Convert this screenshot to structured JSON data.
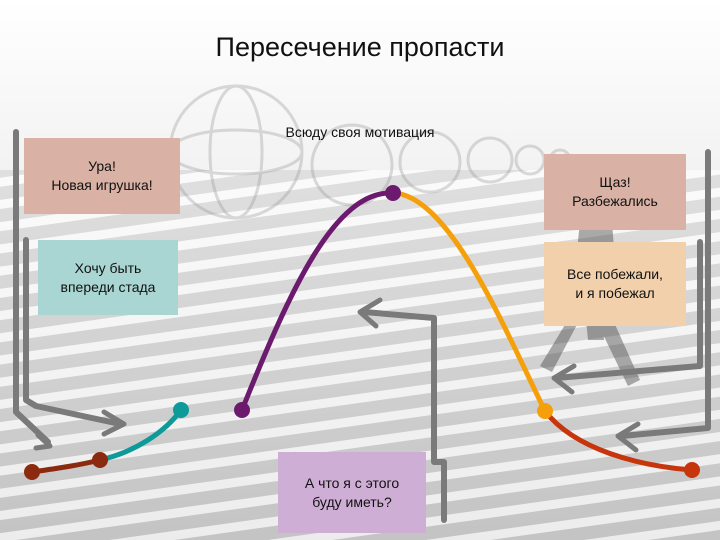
{
  "slide": {
    "title": "Пересечение пропасти",
    "subtitle": "Всюду своя мотивация"
  },
  "callouts": {
    "toy": "Ура!\nНовая игрушка!",
    "ahead": "Хочу быть\nвпереди стада",
    "scattered": "Щаз!\nРазбежались",
    "ran": "Все побежали,\nи я побежал",
    "what": "А что я с этого\nбуду иметь?"
  },
  "colors": {
    "innovators": "#8b2a0e",
    "early_adopters": "#0f9a9a",
    "early_majority": "#6b1a6e",
    "late_majority": "#f5a00a",
    "laggards": "#c6350c",
    "arrow": "#7a7a7a",
    "toy_box": "#d9b2a5",
    "ahead_box": "#a9d6d2",
    "scattered_box": "#d9b2a5",
    "ran_box": "#f2d0ac",
    "what_box": "#cfaed6"
  }
}
